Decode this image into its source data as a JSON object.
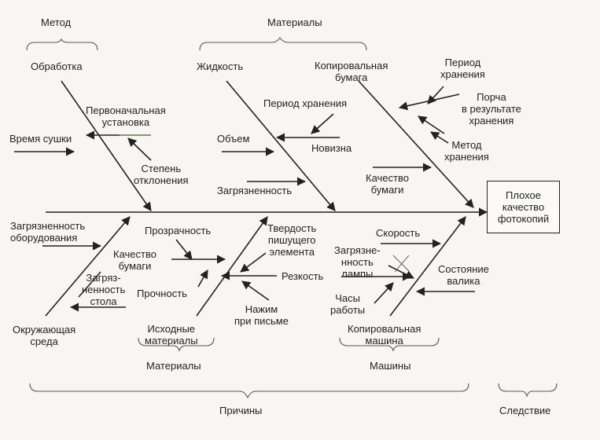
{
  "effect": "Плохое\nкачество\nфотокопий",
  "categories": {
    "method": "Метод",
    "materials_top": "Материалы",
    "materials_bottom": "Материалы",
    "machines": "Машины"
  },
  "braces": {
    "causes": "Причины",
    "effect": "Следствие"
  },
  "labels": {
    "processing": "Обработка",
    "initial_setup": "Первоначальная\nустановка",
    "drying_time": "Время сушки",
    "deviation_degree": "Степень\nотклонения",
    "liquid": "Жидкость",
    "storage_period_1": "Период хранения",
    "volume": "Объем",
    "novelty": "Новизна",
    "contamination": "Загрязненность",
    "copy_paper": "Копировальная\nбумага",
    "storage_period_2": "Период\nхранения",
    "storage_damage": "Порча\nв результате\nхранения",
    "storage_method": "Метод\nхранения",
    "paper_quality_top": "Качество\nбумаги",
    "equipment_contamination": "Загрязненность\nоборудования",
    "table_contamination": "Загряз-\nненность\nстола",
    "environment": "Окружающая\nсреда",
    "transparency": "Прозрачность",
    "paper_quality_bottom": "Качество\nбумаги",
    "strength": "Прочность",
    "source_materials": "Исходные\nматериалы",
    "element_hardness": "Твердость\nпишущего\nэлемента",
    "sharpness": "Резкость",
    "writing_pressure": "Нажим\nпри письме",
    "speed": "Скорость",
    "lamp_contamination": "Загрязне-\nнность\nлампы",
    "operating_hours": "Часы\nработы",
    "roller_condition": "Состояние\nвалика",
    "copy_machine": "Копировальная\nмашина"
  }
}
